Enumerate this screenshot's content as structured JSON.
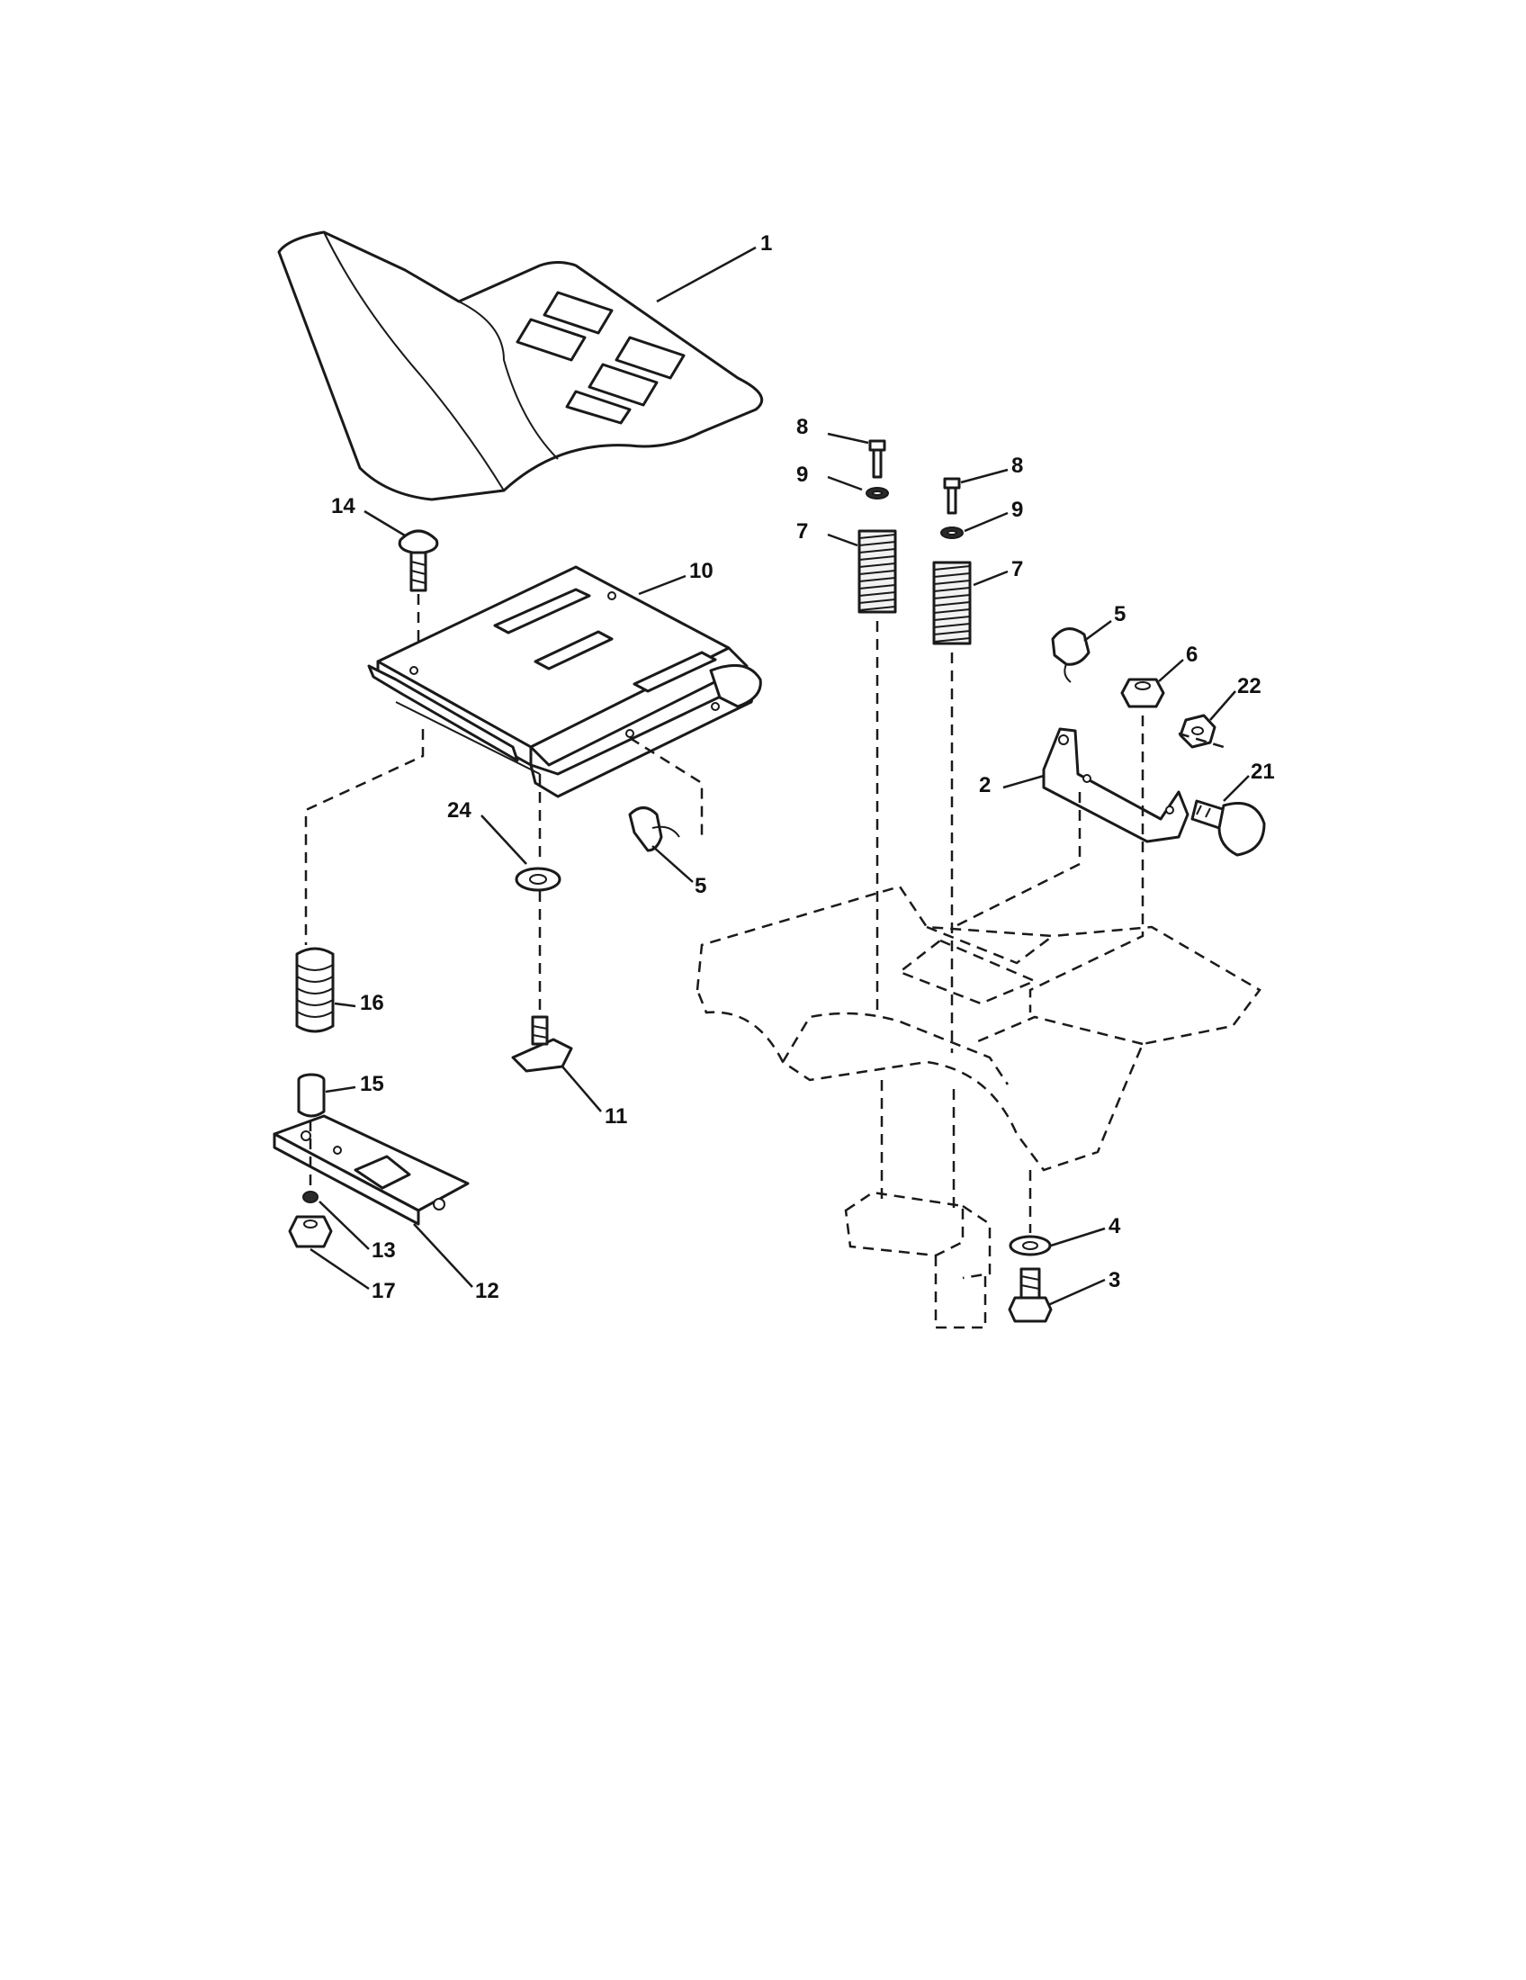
{
  "diagram": {
    "type": "exploded-parts-diagram",
    "callouts": [
      "1",
      "8",
      "9",
      "8",
      "9",
      "7",
      "7",
      "14",
      "10",
      "5",
      "6",
      "22",
      "2",
      "21",
      "24",
      "5",
      "16",
      "15",
      "11",
      "13",
      "12",
      "17",
      "4",
      "3"
    ]
  }
}
